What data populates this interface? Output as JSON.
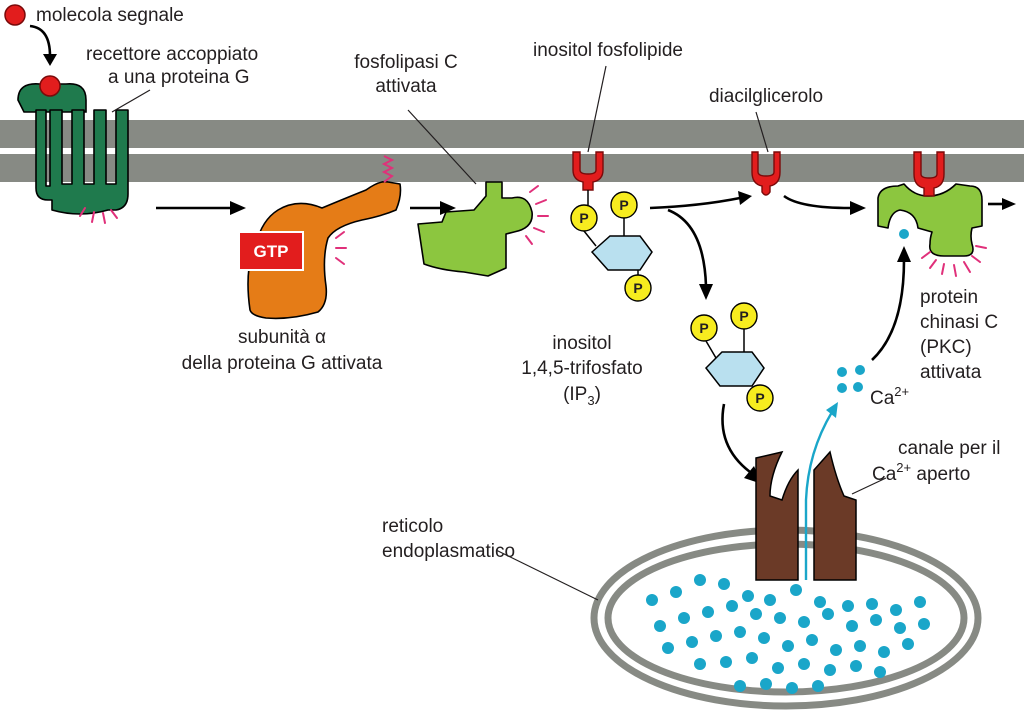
{
  "labels": {
    "signal_molecule": "molecola segnale",
    "receptor_line1": "recettore accoppiato",
    "receptor_line2": "a una proteina G",
    "plc_line1": "fosfolipasi C",
    "plc_line2": "attivata",
    "inositol_phospholipid": "inositol fosfolipide",
    "diacylglycerol": "diacilglicerolo",
    "g_alpha_line1": "subunità α",
    "g_alpha_line2": "della proteina G attivata",
    "ip3_line1": "inositol",
    "ip3_line2": "1,4,5-trifosfato",
    "ip3_line3_prefix": "(IP",
    "ip3_line3_sub": "3",
    "ip3_line3_suffix": ")",
    "pkc_line1": "protein",
    "pkc_line2": "chinasi C",
    "pkc_line3": "(PKC)",
    "pkc_line4": "attivata",
    "calcium_prefix": "Ca",
    "calcium_sup": "2+",
    "channel_line1": "canale per il",
    "channel_line2_prefix": "Ca",
    "channel_line2_sup": "2+",
    "channel_line2_suffix": " aperto",
    "er_line1": "reticolo",
    "er_line2": "endoplasmatico",
    "gtp": "GTP",
    "phosphate": "P"
  },
  "colors": {
    "membrane": "#878a84",
    "receptor": "#1f7a4d",
    "g_alpha": "#e57c17",
    "plc": "#8cc63f",
    "lipid": "#e21d1d",
    "phosphate": "#f7ec1f",
    "sugar_ring": "#b9e0ef",
    "channel": "#6b3a27",
    "calcium": "#1aa6c9",
    "glow": "#e0307a"
  }
}
